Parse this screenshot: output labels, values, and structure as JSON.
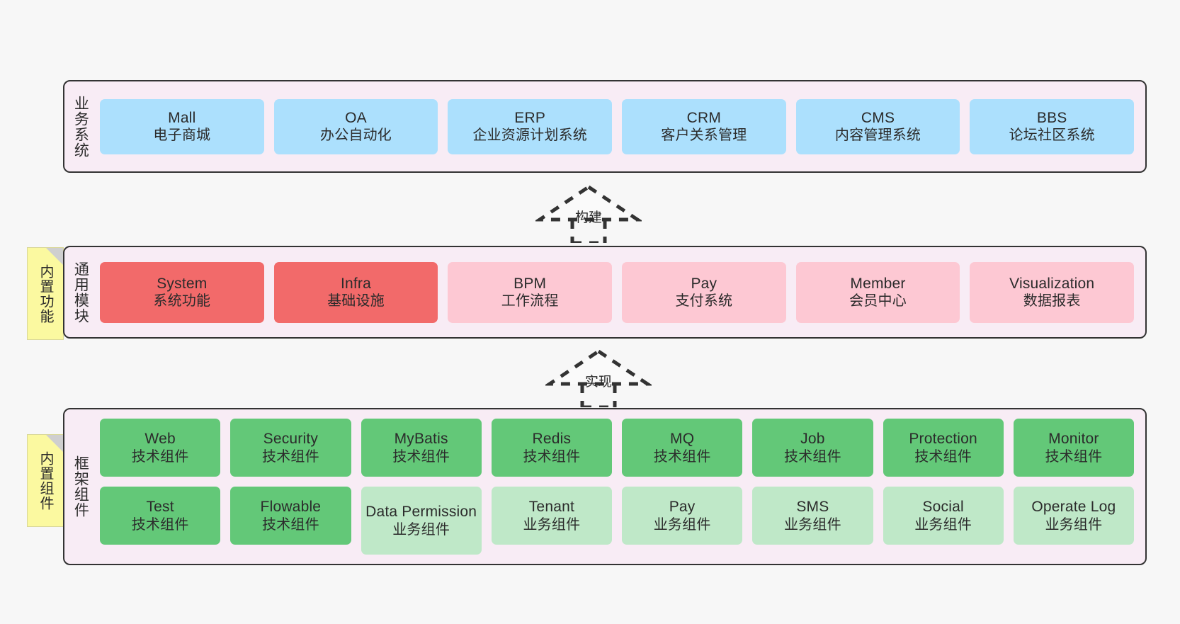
{
  "diagram": {
    "title": "System Architecture Layers",
    "background": "#f7f7f7",
    "colors": {
      "panel": "#f8ecf5",
      "panel_border": "#333333",
      "business": "#ace0fd",
      "module_core": "#f26a6a",
      "module_optional": "#fdc8d3",
      "tech_component": "#63c878",
      "business_component": "#bfe8c8",
      "note": "#fbf9a0"
    }
  },
  "layers": [
    {
      "id": "business-systems",
      "title": "业务系统",
      "note": null,
      "rows": [
        {
          "style": "blue",
          "nodes": [
            {
              "name": "Mall",
              "desc": "电子商城"
            },
            {
              "name": "OA",
              "desc": "办公自动化"
            },
            {
              "name": "ERP",
              "desc": "企业资源计划系统"
            },
            {
              "name": "CRM",
              "desc": "客户关系管理"
            },
            {
              "name": "CMS",
              "desc": "内容管理系统"
            },
            {
              "name": "BBS",
              "desc": "论坛社区系统"
            }
          ]
        }
      ]
    },
    {
      "id": "common-modules",
      "title": "通用模块",
      "note": "内置功能",
      "rows": [
        {
          "style": "mixed",
          "nodes": [
            {
              "name": "System",
              "desc": "系统功能",
              "style": "red"
            },
            {
              "name": "Infra",
              "desc": "基础设施",
              "style": "red"
            },
            {
              "name": "BPM",
              "desc": "工作流程",
              "style": "pink"
            },
            {
              "name": "Pay",
              "desc": "支付系统",
              "style": "pink"
            },
            {
              "name": "Member",
              "desc": "会员中心",
              "style": "pink"
            },
            {
              "name": "Visualization",
              "desc": "数据报表",
              "style": "pink"
            }
          ]
        }
      ]
    },
    {
      "id": "framework-components",
      "title": "框架组件",
      "note": "内置组件",
      "rows": [
        {
          "style": "green",
          "nodes": [
            {
              "name": "Web",
              "desc": "技术组件"
            },
            {
              "name": "Security",
              "desc": "技术组件"
            },
            {
              "name": "MyBatis",
              "desc": "技术组件"
            },
            {
              "name": "Redis",
              "desc": "技术组件"
            },
            {
              "name": "MQ",
              "desc": "技术组件"
            },
            {
              "name": "Job",
              "desc": "技术组件"
            },
            {
              "name": "Protection",
              "desc": "技术组件"
            },
            {
              "name": "Monitor",
              "desc": "技术组件"
            }
          ]
        },
        {
          "style": "mixed",
          "nodes": [
            {
              "name": "Test",
              "desc": "技术组件",
              "style": "green"
            },
            {
              "name": "Flowable",
              "desc": "技术组件",
              "style": "green"
            },
            {
              "name": "Data Permission",
              "desc": "业务组件",
              "style": "lgreen"
            },
            {
              "name": "Tenant",
              "desc": "业务组件",
              "style": "lgreen"
            },
            {
              "name": "Pay",
              "desc": "业务组件",
              "style": "lgreen"
            },
            {
              "name": "SMS",
              "desc": "业务组件",
              "style": "lgreen"
            },
            {
              "name": "Social",
              "desc": "业务组件",
              "style": "lgreen"
            },
            {
              "name": "Operate Log",
              "desc": "业务组件",
              "style": "lgreen"
            }
          ]
        }
      ]
    }
  ],
  "connectors": [
    {
      "id": "build",
      "label": "构建",
      "from": "common-modules",
      "to": "business-systems"
    },
    {
      "id": "implement",
      "label": "实现",
      "from": "framework-components",
      "to": "common-modules"
    }
  ]
}
